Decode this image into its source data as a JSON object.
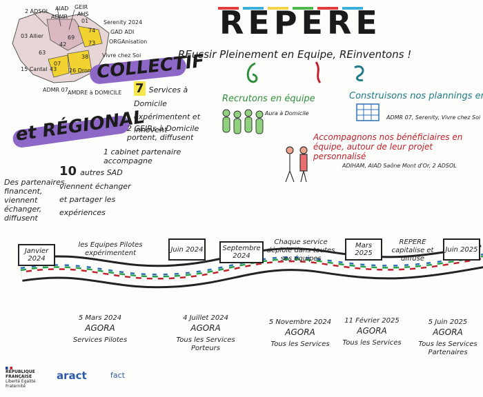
{
  "title": "REPERE",
  "subtitle": "REussir Pleinement en Equipe, REinventons !",
  "map": {
    "labels": [
      "2 ADSOL",
      "AIAD",
      "GEIR",
      "ADMR",
      "AHS",
      "Serenity 2024",
      "GAD ADI",
      "ORGAnisation",
      "Vivre chez Soi",
      "03 Allier",
      "63",
      "15 Cantal",
      "43",
      "74",
      "73",
      "42",
      "69",
      "01",
      "38",
      "07",
      "26 Drome",
      "ADMR 07",
      "AMDRE à DOMICILE"
    ]
  },
  "left": {
    "collectif": "COLLECTIF",
    "regional": "et RÉGIONAL",
    "b1_num": "7",
    "b1_text": "Services à Domicile expérimentent et innovent",
    "b2_text": "2 GEIRs à Domicile portent, diffusent",
    "b3_text": "1 cabinet partenaire accompagne",
    "b4_num": "10",
    "b4_text": "autres SAD viennent échanger et partager les expériences",
    "partners": "Des partenaires financent, viennent échanger, diffusent"
  },
  "right": {
    "recrutons": "Recrutons en équipe",
    "recrutons_sub": "Aura à Domicile",
    "construisons": "Construisons nos plannings en équipe",
    "construisons_sub": "ADMR 07, Serenity, Vivre chez Soi",
    "accompagnons": "Accompagnons nos bénéficiaires en équipe, autour de leur projet personnalisé",
    "accompagnons_sub": "ADIHAM, AIAD Saône Mont d'Or, 2 ADSOL"
  },
  "timeline": {
    "top": [
      {
        "flag": "Janvier 2024",
        "text": ""
      },
      {
        "flag": "",
        "text": "les Equipes Pilotes expérimentent"
      },
      {
        "flag": "Juin 2024",
        "text": ""
      },
      {
        "flag": "Septembre 2024",
        "text": ""
      },
      {
        "flag": "",
        "text": "Chaque service déploie dans toutes ses équipes"
      },
      {
        "flag": "Mars 2025",
        "text": ""
      },
      {
        "flag": "",
        "text": "REPERE capitalise et diffuse"
      },
      {
        "flag": "Juin 2025",
        "text": ""
      }
    ],
    "bottom": [
      {
        "date": "5 Mars 2024",
        "event": "AGORA",
        "who": "Services Pilotes"
      },
      {
        "date": "4 Juillet 2024",
        "event": "AGORA",
        "who": "Tous les Services Porteurs"
      },
      {
        "date": "5 Novembre 2024",
        "event": "AGORA",
        "who": "Tous les Services"
      },
      {
        "date": "11 Février 2025",
        "event": "AGORA",
        "who": "Tous les Services"
      },
      {
        "date": "5 Juin 2025",
        "event": "AGORA",
        "who": "Tous les Services Partenaires"
      }
    ]
  },
  "footer": {
    "rf": "RÉPUBLIQUE FRANÇAISE",
    "rf_motto": "Liberté Égalité Fraternité",
    "aract": "aract",
    "fact": "fact"
  }
}
